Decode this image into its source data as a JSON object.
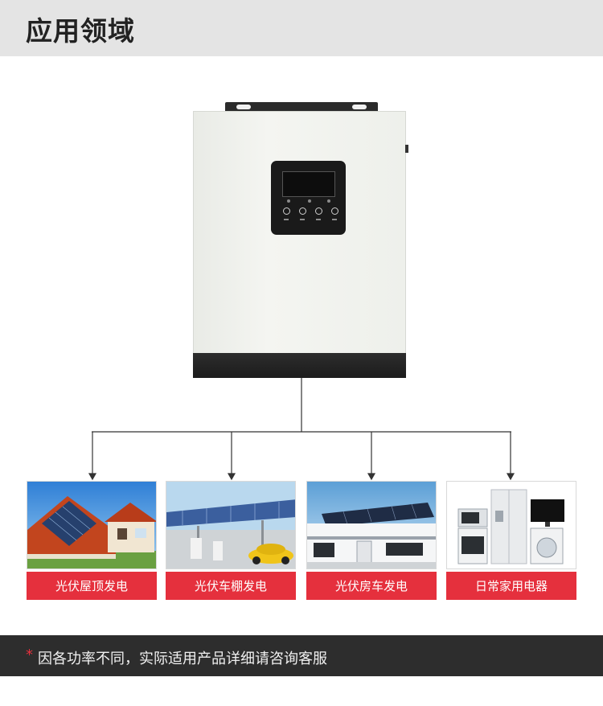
{
  "header": {
    "title": "应用领域"
  },
  "device": {
    "name": "inverter"
  },
  "applications": [
    {
      "label": "光伏屋顶发电",
      "scene": "solar-roof-house"
    },
    {
      "label": "光伏车棚发电",
      "scene": "solar-carport"
    },
    {
      "label": "光伏房车发电",
      "scene": "solar-rv-camper"
    },
    {
      "label": "日常家用电器",
      "scene": "home-appliances"
    }
  ],
  "footer": {
    "star": "*",
    "note": "因各功率不同，实际适用产品详细请咨询客服"
  },
  "colors": {
    "accent": "#e5303d",
    "header_bg": "#e4e4e4",
    "footer_bg": "#2d2d2d"
  }
}
